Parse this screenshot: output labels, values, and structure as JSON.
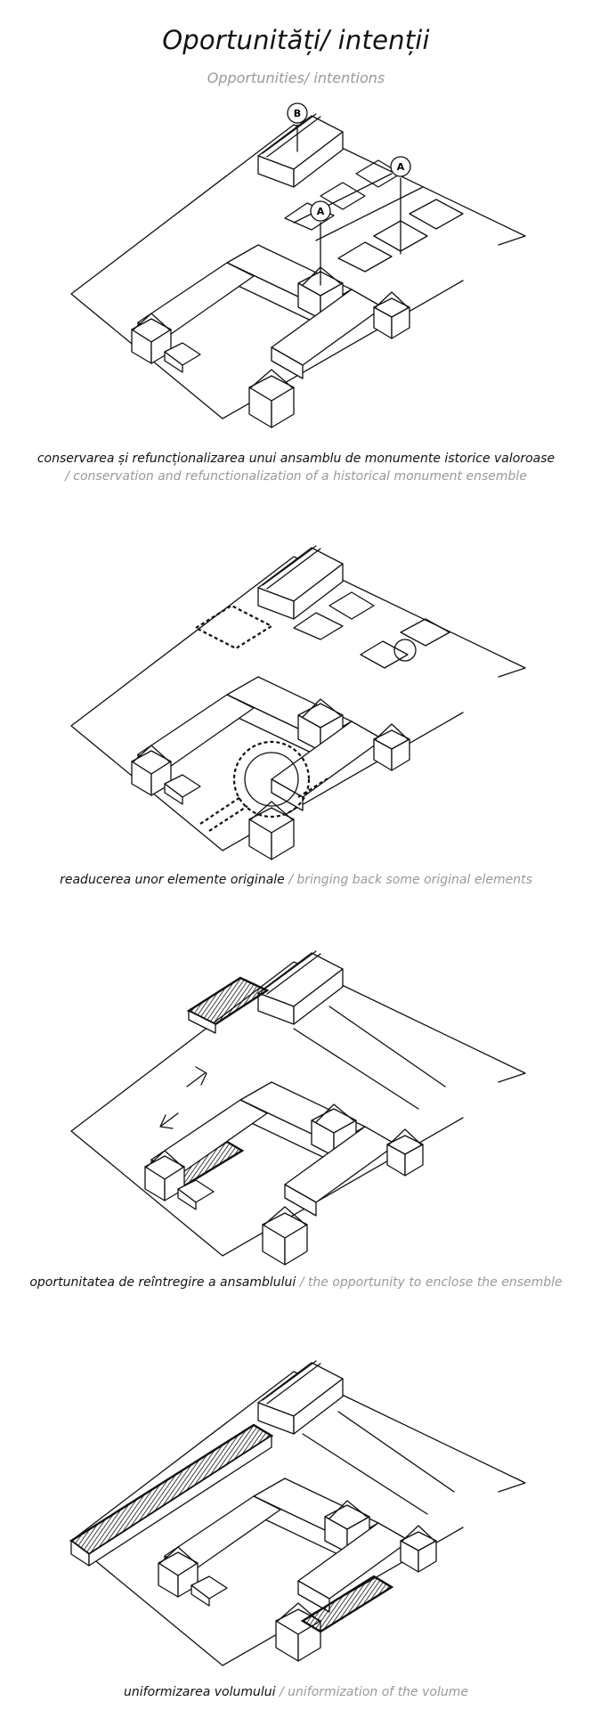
{
  "header": {
    "title": "Oportunități/ intenții",
    "subtitle": "Opportunities/ intentions"
  },
  "panels": [
    {
      "caption_ro": "conservarea și refuncționalizarea unui ansamblu de monumente istorice valoroase",
      "caption_en": "/ conservation and refunctionalization of a historical monument ensemble",
      "markers": [
        "B",
        "A",
        "A"
      ]
    },
    {
      "caption_ro": "readucerea unor elemente originale",
      "caption_en": "/ bringing back some original elements"
    },
    {
      "caption_ro": "oportunitatea de reîntregire a ansamblului",
      "caption_en": "/ the opportunity to enclose the ensemble"
    },
    {
      "caption_ro": "uniformizarea volumului",
      "caption_en": "/ uniformization of the volume"
    }
  ]
}
